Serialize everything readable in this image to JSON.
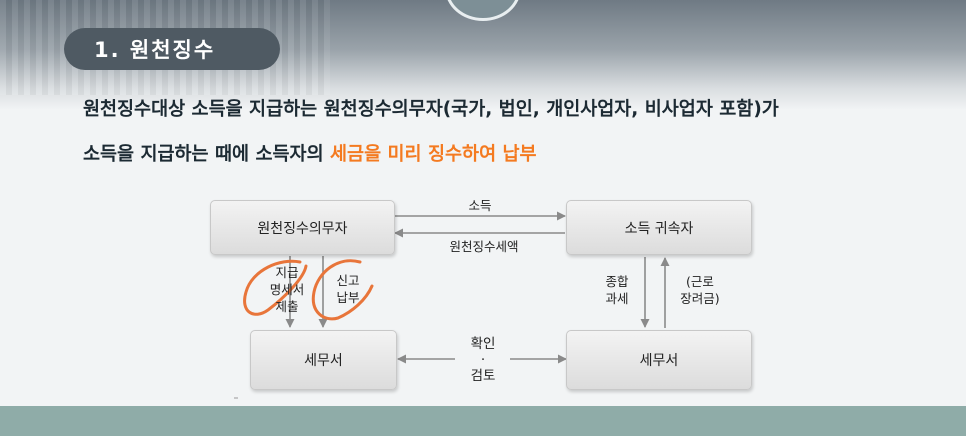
{
  "section": {
    "title": "1. 원천징수"
  },
  "headline": {
    "line1": "원천징수대상 소득을 지급하는 원천징수의무자(국가, 법인, 개인사업자, 비사업자 포함)가",
    "line2_prefix": "소득을 지급하는 때에 소득자의 ",
    "line2_highlight": "세금을 미리 징수하여 납부"
  },
  "diagram": {
    "nodes": {
      "withholder": "원천징수의무자",
      "income_recipient": "소득 귀속자",
      "tax_office_left": "세무서",
      "tax_office_right": "세무서"
    },
    "edges": {
      "income": "소득",
      "withheld_tax": "원천징수세액",
      "statement_line1": "지급",
      "statement_line2": "명세서",
      "statement_line3": "제출",
      "report_line1": "신고",
      "report_line2": "납부",
      "combined_line1": "종합",
      "combined_line2": "과세",
      "earned_line1": "(근로",
      "earned_line2": "장려금)",
      "verify_line1": "확인",
      "verify_dot": "·",
      "verify_line2": "검토"
    }
  },
  "colors": {
    "highlight": "#f47a20",
    "pill": "#4f5a63",
    "annotation": "#e8753a",
    "bottom_band": "#8faca8"
  }
}
